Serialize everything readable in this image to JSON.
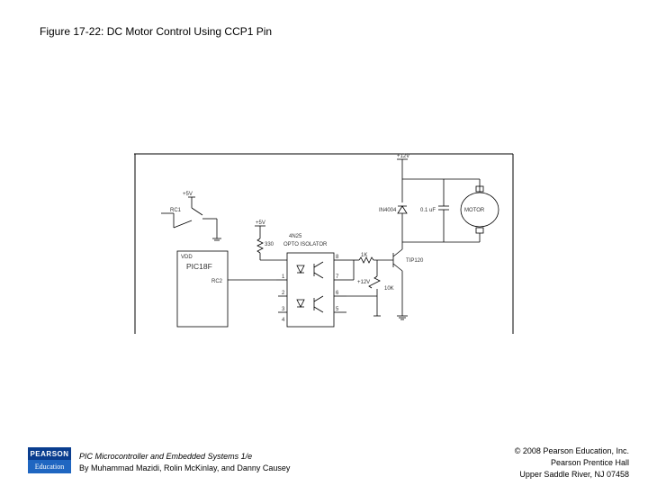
{
  "title": "Figure 17-22: DC Motor Control Using CCP1 Pin",
  "diagram": {
    "labels": {
      "vcc_switch": "+5V",
      "switch": "RC1",
      "vcc_opto": "+5V",
      "r330": "330",
      "chip_id": "4N25",
      "opto_label": "OPTO ISOLATOR",
      "pic_vdd": "VDD",
      "pic_name": "PIC18F",
      "pic_pin": "RC2",
      "diode": "IN4004",
      "cap": "0.1 uF",
      "motor": "MOTOR",
      "vcc_motor": "+12V",
      "transistor": "TIP120",
      "r_base": "1K",
      "vcc_12": "+12V",
      "r_pulldown": "10K",
      "pin1": "1",
      "pin2": "2",
      "pin3": "3",
      "pin4": "4",
      "pin5": "5",
      "pin6": "6",
      "pin7": "7",
      "pin8": "8"
    }
  },
  "footer": {
    "logo_top": "PEARSON",
    "logo_bottom": "Education",
    "book_title": "PIC Microcontroller and Embedded Systems 1/e",
    "book_authors": "By Muhammad Mazidi, Rolin McKinlay, and Danny Causey",
    "copyright_line1": "© 2008 Pearson Education, Inc.",
    "copyright_line2": "Pearson Prentice Hall",
    "copyright_line3": "Upper Saddle River, NJ 07458"
  }
}
